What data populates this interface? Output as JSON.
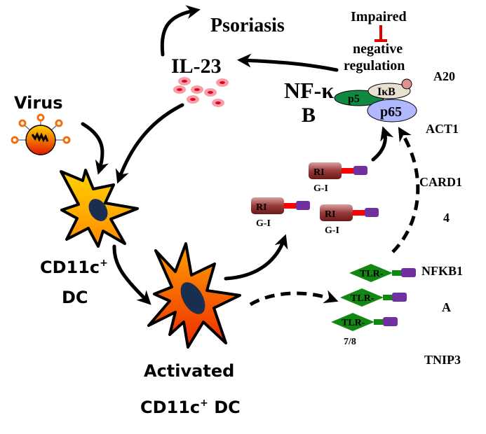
{
  "labels": {
    "psoriasis_1": "Psoria",
    "psoriasis_2": "sis",
    "il23": "IL-23",
    "virus": "Virus",
    "dc_1": "CD11c",
    "dc_sup": "+",
    "dc_2": "DC",
    "act_1": "Activated",
    "act_2a": "CD11c",
    "act_sup": "+",
    "act_2b": " DC",
    "impaired": "Impaired",
    "negative": "negative",
    "regulation": "regulation",
    "nfkb_1": "NF-κ",
    "nfkb_2": "B",
    "ikb_1": "Iκ",
    "ikb_2": "B",
    "p50": "p5",
    "p65_1": "p6",
    "p65_2": "5"
  },
  "genes": {
    "a20": "A20",
    "act1": "ACT1",
    "card14_1": "CARD1",
    "card14_2": "4",
    "nfkb1a_1": "NFKB1",
    "nfkb1a_2": "A",
    "tnip3": "TNIP3"
  },
  "receptors": {
    "rigi_1": "RI",
    "rigi_2": "G-I",
    "tlr_1": "TLR-",
    "tlr_2": "7/8"
  },
  "colors": {
    "inhibit": "#e00000",
    "rigi": "#8b2e2e",
    "tlr": "#118811",
    "tail": "#7030a0",
    "cytokine": "#e8001c"
  }
}
